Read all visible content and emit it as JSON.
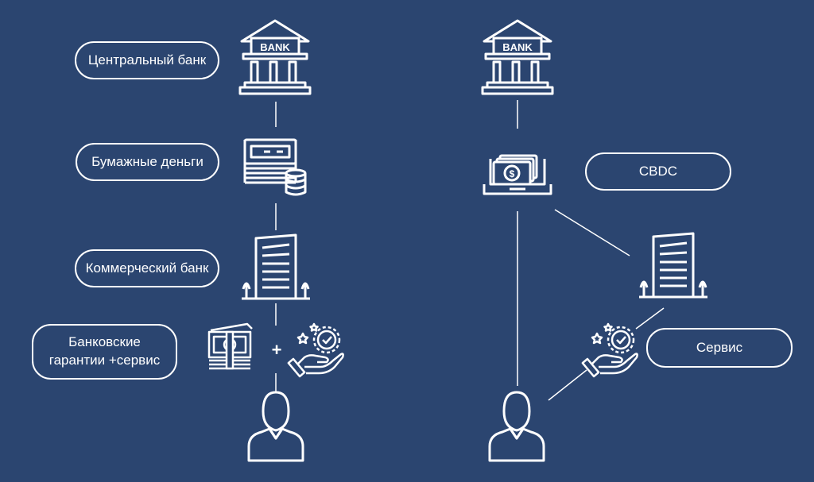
{
  "labels": {
    "central_bank": "Центральный банк",
    "paper_money": "Бумажные деньги",
    "commercial_bank": "Коммерческий банк",
    "guarantees_line1": "Банковские",
    "guarantees_line2": "гарантии +сервис",
    "cbdc": "CBDC",
    "service": "Сервис"
  },
  "icons": {
    "bank_sign": "BANK",
    "plus": "+"
  },
  "colors": {
    "background": "#2b4570",
    "foreground": "#ffffff"
  }
}
